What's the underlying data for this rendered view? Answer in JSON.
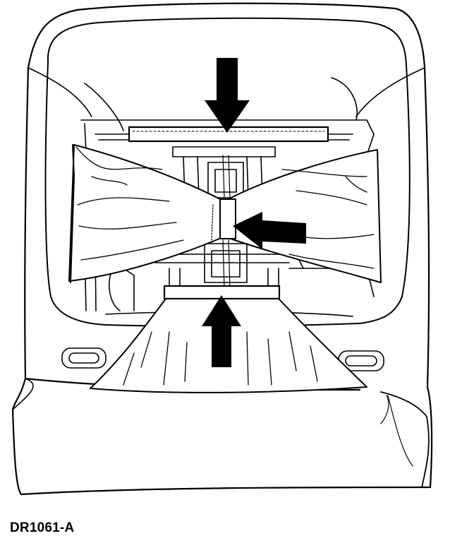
{
  "figure": {
    "id_label": "DR1061-A",
    "subject": "seat-cushion-cover-installation",
    "colors": {
      "line": "#000000",
      "fill": "#ffffff",
      "arrow": "#000000"
    },
    "callouts": [
      {
        "name": "arrow-top-seam",
        "direction": "down"
      },
      {
        "name": "arrow-center-strap",
        "direction": "left"
      },
      {
        "name": "arrow-bottom-seam",
        "direction": "up"
      }
    ]
  }
}
